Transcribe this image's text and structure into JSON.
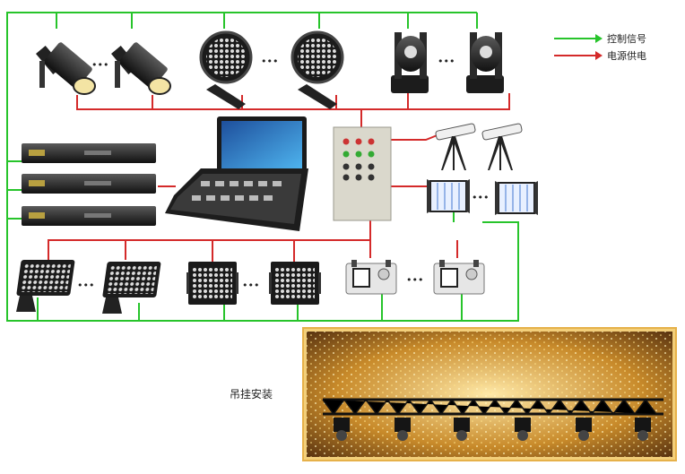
{
  "legend": {
    "control_signal": "控制信号",
    "power_supply": "电源供电",
    "control_color": "#27c42b",
    "power_color": "#d42a2a"
  },
  "ellipsis": "•••",
  "caption": "吊挂安装",
  "icons": {
    "profile_spot": "profile-spot-light-icon",
    "led_par": "led-par-light-icon",
    "moving_head": "moving-head-light-icon",
    "dimmer_rack": "dimmer-rack-icon",
    "lighting_console": "lighting-console-icon",
    "control_cabinet": "power-control-cabinet-icon",
    "follow_spot": "follow-spot-light-icon",
    "soft_panel": "led-soft-panel-light-icon",
    "wall_washer": "led-flood-light-icon",
    "matrix_light": "led-matrix-light-icon",
    "fog_machine": "fog-machine-icon"
  }
}
